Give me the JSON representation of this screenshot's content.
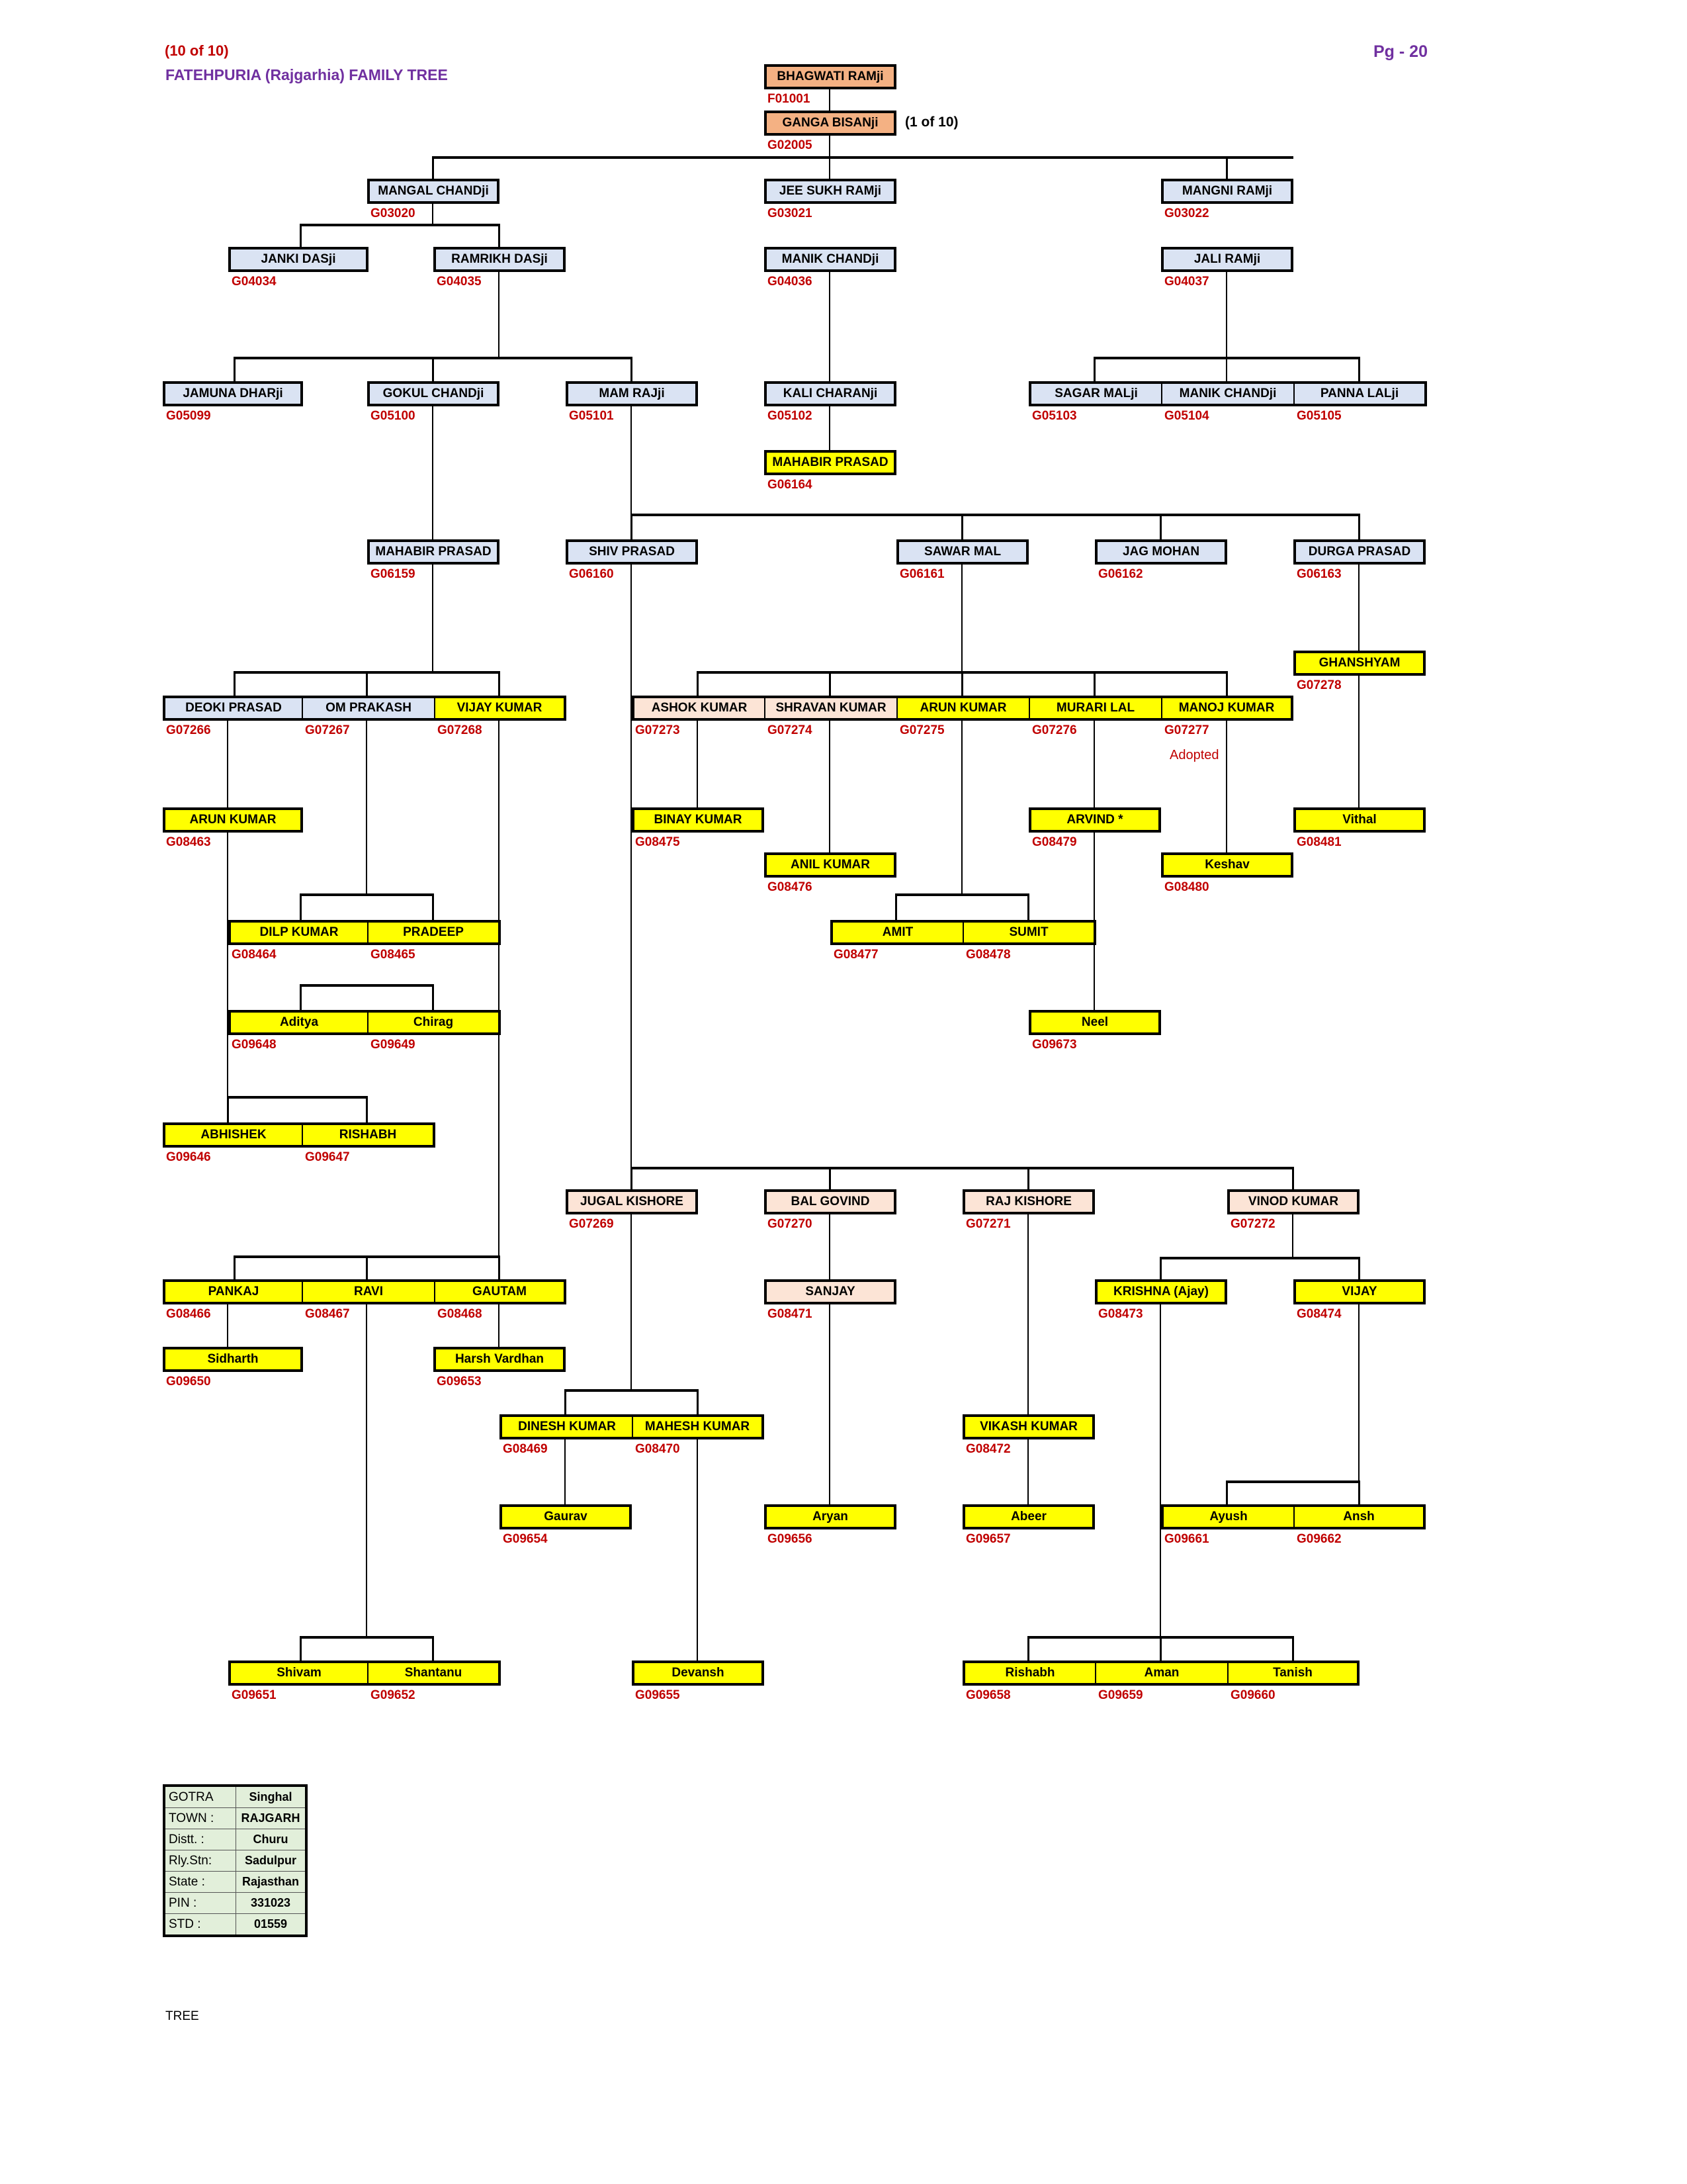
{
  "header": {
    "sheet_count": "(10 of 10)",
    "title": "FATEHPURIA (Rajgarhia) FAMILY  TREE",
    "page": "Pg - 20",
    "ref_note": "(1 of 10)"
  },
  "footer": {
    "label": "TREE"
  },
  "adopted_note": "Adopted",
  "people": [
    {
      "id": "bhagwati",
      "name": "BHAGWATI RAMji",
      "code": "F01001",
      "color": "root"
    },
    {
      "id": "ganga",
      "name": "GANGA BISANji",
      "code": "G02005",
      "color": "root"
    },
    {
      "id": "mangal",
      "name": "MANGAL CHANDji",
      "code": "G03020",
      "color": "old"
    },
    {
      "id": "jeesukh",
      "name": "JEE SUKH RAMji",
      "code": "G03021",
      "color": "old"
    },
    {
      "id": "mangni",
      "name": "MANGNI RAMji",
      "code": "G03022",
      "color": "old"
    },
    {
      "id": "janki",
      "name": "JANKI DASji",
      "code": "G04034",
      "color": "old"
    },
    {
      "id": "ramrikh",
      "name": "RAMRIKH DASji",
      "code": "G04035",
      "color": "old"
    },
    {
      "id": "manik1",
      "name": "MANIK CHANDji",
      "code": "G04036",
      "color": "old"
    },
    {
      "id": "jali",
      "name": "JALI RAMji",
      "code": "G04037",
      "color": "old"
    },
    {
      "id": "jamuna",
      "name": "JAMUNA DHARji",
      "code": "G05099",
      "color": "old"
    },
    {
      "id": "gokul",
      "name": "GOKUL CHANDji",
      "code": "G05100",
      "color": "old"
    },
    {
      "id": "mam",
      "name": "MAM RAJji",
      "code": "G05101",
      "color": "old"
    },
    {
      "id": "kali",
      "name": "KALI CHARANji",
      "code": "G05102",
      "color": "old"
    },
    {
      "id": "sagar",
      "name": "SAGAR MALji",
      "code": "G05103",
      "color": "old"
    },
    {
      "id": "manik2",
      "name": "MANIK CHANDji",
      "code": "G05104",
      "color": "old"
    },
    {
      "id": "panna",
      "name": "PANNA LALji",
      "code": "G05105",
      "color": "old"
    },
    {
      "id": "mahabir1",
      "name": "MAHABIR PRASAD",
      "code": "G06164",
      "color": "new"
    },
    {
      "id": "mahabir2",
      "name": "MAHABIR PRASAD",
      "code": "G06159",
      "color": "old"
    },
    {
      "id": "shiv",
      "name": "SHIV PRASAD",
      "code": "G06160",
      "color": "old"
    },
    {
      "id": "sawar",
      "name": "SAWAR MAL",
      "code": "G06161",
      "color": "old"
    },
    {
      "id": "jag",
      "name": "JAG MOHAN",
      "code": "G06162",
      "color": "old"
    },
    {
      "id": "durga",
      "name": "DURGA PRASAD",
      "code": "G06163",
      "color": "old"
    },
    {
      "id": "ghanshyam",
      "name": "GHANSHYAM",
      "code": "G07278",
      "color": "new"
    },
    {
      "id": "deoki",
      "name": "DEOKI PRASAD",
      "code": "G07266",
      "color": "old"
    },
    {
      "id": "om",
      "name": "OM PRAKASH",
      "code": "G07267",
      "color": "old"
    },
    {
      "id": "vijay1",
      "name": "VIJAY KUMAR",
      "code": "G07268",
      "color": "new"
    },
    {
      "id": "ashok",
      "name": "ASHOK KUMAR",
      "code": "G07273",
      "color": "mid"
    },
    {
      "id": "shravan",
      "name": "SHRAVAN KUMAR",
      "code": "G07274",
      "color": "mid"
    },
    {
      "id": "arun1",
      "name": "ARUN KUMAR",
      "code": "G07275",
      "color": "new"
    },
    {
      "id": "murari",
      "name": "MURARI LAL",
      "code": "G07276",
      "color": "new"
    },
    {
      "id": "manoj",
      "name": "MANOJ KUMAR",
      "code": "G07277",
      "color": "new"
    },
    {
      "id": "arun2",
      "name": "ARUN KUMAR",
      "code": "G08463",
      "color": "new"
    },
    {
      "id": "binay",
      "name": "BINAY KUMAR",
      "code": "G08475",
      "color": "new"
    },
    {
      "id": "arvind",
      "name": "ARVIND *",
      "code": "G08479",
      "color": "new"
    },
    {
      "id": "vithal",
      "name": "Vithal",
      "code": "G08481",
      "color": "new"
    },
    {
      "id": "anil",
      "name": "ANIL KUMAR",
      "code": "G08476",
      "color": "new"
    },
    {
      "id": "keshav",
      "name": "Keshav",
      "code": "G08480",
      "color": "new"
    },
    {
      "id": "dilp",
      "name": "DILP KUMAR",
      "code": "G08464",
      "color": "new"
    },
    {
      "id": "pradeep",
      "name": "PRADEEP",
      "code": "G08465",
      "color": "new"
    },
    {
      "id": "amit",
      "name": "AMIT",
      "code": "G08477",
      "color": "new"
    },
    {
      "id": "sumit",
      "name": "SUMIT",
      "code": "G08478",
      "color": "new"
    },
    {
      "id": "aditya",
      "name": "Aditya",
      "code": "G09648",
      "color": "new"
    },
    {
      "id": "chirag",
      "name": "Chirag",
      "code": "G09649",
      "color": "new"
    },
    {
      "id": "neel",
      "name": "Neel",
      "code": "G09673",
      "color": "new"
    },
    {
      "id": "abhishek",
      "name": "ABHISHEK",
      "code": "G09646",
      "color": "new"
    },
    {
      "id": "rishabh1",
      "name": "RISHABH",
      "code": "G09647",
      "color": "new"
    },
    {
      "id": "jugal",
      "name": "JUGAL KISHORE",
      "code": "G07269",
      "color": "mid"
    },
    {
      "id": "balgovind",
      "name": "BAL GOVIND",
      "code": "G07270",
      "color": "mid"
    },
    {
      "id": "rajkishore",
      "name": "RAJ KISHORE",
      "code": "G07271",
      "color": "mid"
    },
    {
      "id": "vinod",
      "name": "VINOD KUMAR",
      "code": "G07272",
      "color": "mid"
    },
    {
      "id": "pankaj",
      "name": "PANKAJ",
      "code": "G08466",
      "color": "new"
    },
    {
      "id": "ravi",
      "name": "RAVI",
      "code": "G08467",
      "color": "new"
    },
    {
      "id": "gautam",
      "name": "GAUTAM",
      "code": "G08468",
      "color": "new"
    },
    {
      "id": "sanjay",
      "name": "SANJAY",
      "code": "G08471",
      "color": "mid"
    },
    {
      "id": "krishna",
      "name": "KRISHNA (Ajay)",
      "code": "G08473",
      "color": "new"
    },
    {
      "id": "vijay2",
      "name": "VIJAY",
      "code": "G08474",
      "color": "new"
    },
    {
      "id": "sidharth",
      "name": "Sidharth",
      "code": "G09650",
      "color": "new"
    },
    {
      "id": "harsh",
      "name": "Harsh Vardhan",
      "code": "G09653",
      "color": "new"
    },
    {
      "id": "dinesh",
      "name": "DINESH KUMAR",
      "code": "G08469",
      "color": "new"
    },
    {
      "id": "mahesh",
      "name": "MAHESH KUMAR",
      "code": "G08470",
      "color": "new"
    },
    {
      "id": "vikash",
      "name": "VIKASH KUMAR",
      "code": "G08472",
      "color": "new"
    },
    {
      "id": "gaurav",
      "name": "Gaurav",
      "code": "G09654",
      "color": "new"
    },
    {
      "id": "aryan",
      "name": "Aryan",
      "code": "G09656",
      "color": "new"
    },
    {
      "id": "abeer",
      "name": "Abeer",
      "code": "G09657",
      "color": "new"
    },
    {
      "id": "ayush",
      "name": "Ayush",
      "code": "G09661",
      "color": "new"
    },
    {
      "id": "ansh",
      "name": "Ansh",
      "code": "G09662",
      "color": "new"
    },
    {
      "id": "shivam",
      "name": "Shivam",
      "code": "G09651",
      "color": "new"
    },
    {
      "id": "shantanu",
      "name": "Shantanu",
      "code": "G09652",
      "color": "new"
    },
    {
      "id": "devansh",
      "name": "Devansh",
      "code": "G09655",
      "color": "new"
    },
    {
      "id": "rishabh2",
      "name": "Rishabh",
      "code": "G09658",
      "color": "new"
    },
    {
      "id": "aman",
      "name": "Aman",
      "code": "G09659",
      "color": "new"
    },
    {
      "id": "tanish",
      "name": "Tanish",
      "code": "G09660",
      "color": "new"
    }
  ],
  "info": [
    {
      "label": "GOTRA",
      "value": "Singhal"
    },
    {
      "label": "TOWN :",
      "value": "RAJGARH"
    },
    {
      "label": "Distt. :",
      "value": "Churu"
    },
    {
      "label": "Rly.Stn:",
      "value": "Sadulpur"
    },
    {
      "label": "State :",
      "value": "Rajasthan"
    },
    {
      "label": "PIN :",
      "value": "331023"
    },
    {
      "label": "STD :",
      "value": "01559"
    }
  ],
  "colors": {
    "root": "#f4b183",
    "old": "#dae3f3",
    "mid": "#fce4d6",
    "new": "#ffff00",
    "code_text": "#c00000",
    "title_text": "#7030a0"
  }
}
